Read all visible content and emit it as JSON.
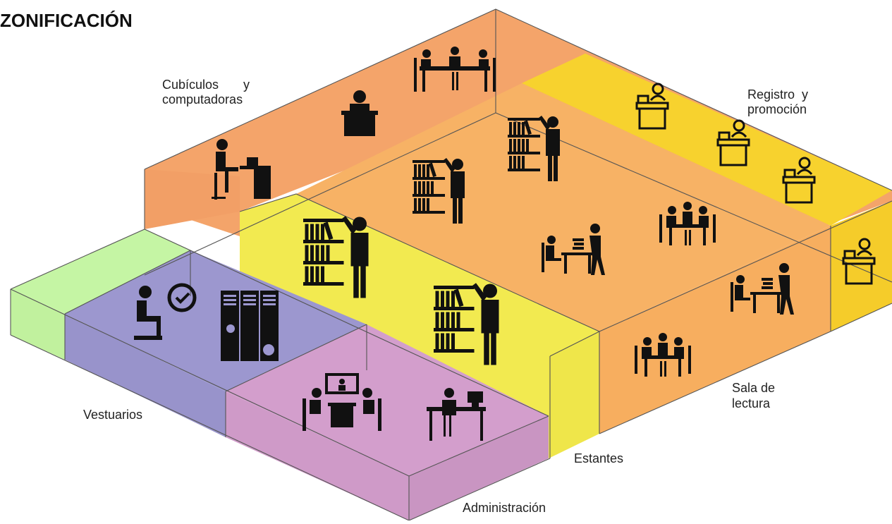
{
  "title": "ZONIFICACIÓN",
  "zones": {
    "cubiculos": {
      "label_line1": "Cubículos       y",
      "label_line2": "computadoras",
      "color": "#F4A46A"
    },
    "registro": {
      "label_line1": "Registro  y",
      "label_line2": "promoción",
      "color": "#F7D22E"
    },
    "sala": {
      "label_line1": "Sala de",
      "label_line2": "lectura",
      "color": "#F7B265"
    },
    "estantes": {
      "label": "Estantes",
      "color": "#F2EA50"
    },
    "vestuarios": {
      "label": "Vestuarios",
      "color": "#9C97CF"
    },
    "administracion": {
      "label": "Administración",
      "color": "#D39ECC"
    },
    "jardin": {
      "color": "#C5F5A4"
    }
  },
  "icons": [
    "meeting-table-icon",
    "reader-at-desk-icon",
    "computer-user-icon",
    "bookshelf-person-icon",
    "reception-desk-icon",
    "reading-table-icon",
    "waiting-person-icon",
    "lockers-icon",
    "video-conference-icon",
    "office-desk-icon"
  ]
}
